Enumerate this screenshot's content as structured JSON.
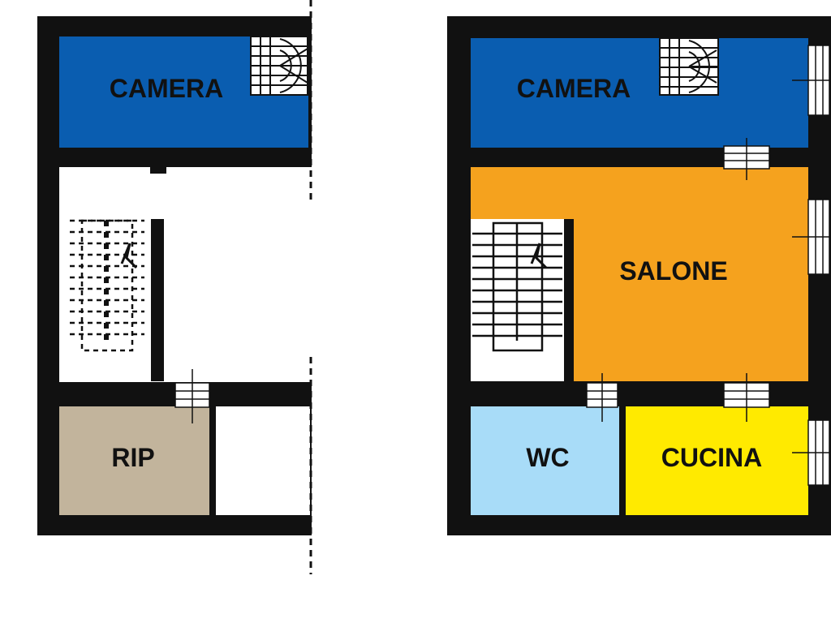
{
  "floor_left": {
    "rooms": [
      {
        "id": "camera",
        "label": "CAMERA",
        "color": "#0a5db0"
      },
      {
        "id": "rip",
        "label": "RIP",
        "color": "#c2b49c"
      }
    ]
  },
  "floor_right": {
    "rooms": [
      {
        "id": "camera",
        "label": "CAMERA",
        "color": "#0a5db0"
      },
      {
        "id": "salone",
        "label": "SALONE",
        "color": "#f5a21e"
      },
      {
        "id": "wc",
        "label": "WC",
        "color": "#a8dcf8"
      },
      {
        "id": "cucina",
        "label": "CUCINA",
        "color": "#ffea00"
      }
    ]
  },
  "colors": {
    "wall": "#111111",
    "background": "#ffffff",
    "window_fill": "#ffffff"
  }
}
